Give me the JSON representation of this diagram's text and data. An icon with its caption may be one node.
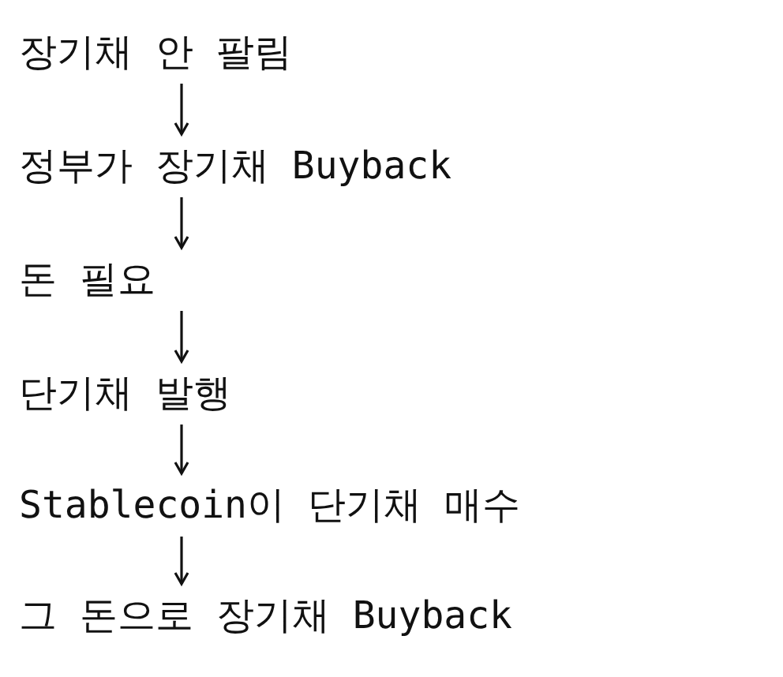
{
  "diagram": {
    "nodes": [
      {
        "text": [
          "장기채 안 팔림"
        ]
      },
      {
        "text": [
          "정부가 장기채 Buyback"
        ]
      },
      {
        "text": [
          "돈 필요"
        ]
      },
      {
        "text": [
          "단기채 발행"
        ]
      },
      {
        "text": [
          "Stablecoin이 단기채 매수"
        ]
      },
      {
        "text": [
          "그 돈으로 장기채 Buyback"
        ]
      }
    ],
    "edges": [
      {
        "from": 0,
        "to": 1,
        "arrow": "to"
      },
      {
        "from": 1,
        "to": 2,
        "arrow": "to"
      },
      {
        "from": 2,
        "to": 3,
        "arrow": "to"
      },
      {
        "from": 3,
        "to": 4,
        "arrow": "to"
      },
      {
        "from": 4,
        "to": 5,
        "arrow": "to"
      }
    ]
  }
}
